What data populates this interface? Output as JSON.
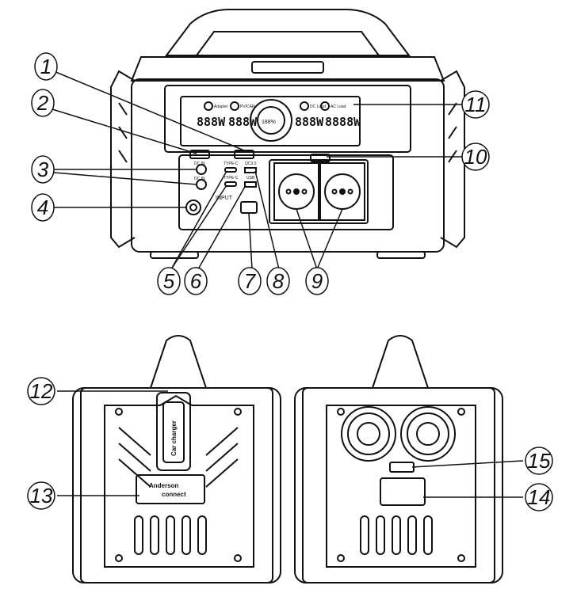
{
  "display": {
    "adapter": "Adapter",
    "pvcar": "PV/CAR",
    "dcload": "DC Load",
    "acload": "AC Load",
    "in1": "888W",
    "in2": "888W",
    "out1": "888W",
    "out2": "8888W",
    "percent": "188%"
  },
  "panel": {
    "input_label": "INPUT",
    "typec1": "TYPE-C",
    "typec2": "TYPE-C",
    "qc": "QC3.0",
    "usb": "USB",
    "dcin1": "DC IN",
    "dcin2": "DC IN"
  },
  "back_labels": {
    "car_charger": "Car charger",
    "anderson_1": "Anderson",
    "anderson_2": "connect"
  },
  "callouts": [
    "1",
    "2",
    "3",
    "4",
    "5",
    "6",
    "7",
    "8",
    "9",
    "10",
    "11",
    "12",
    "13",
    "14",
    "15"
  ]
}
